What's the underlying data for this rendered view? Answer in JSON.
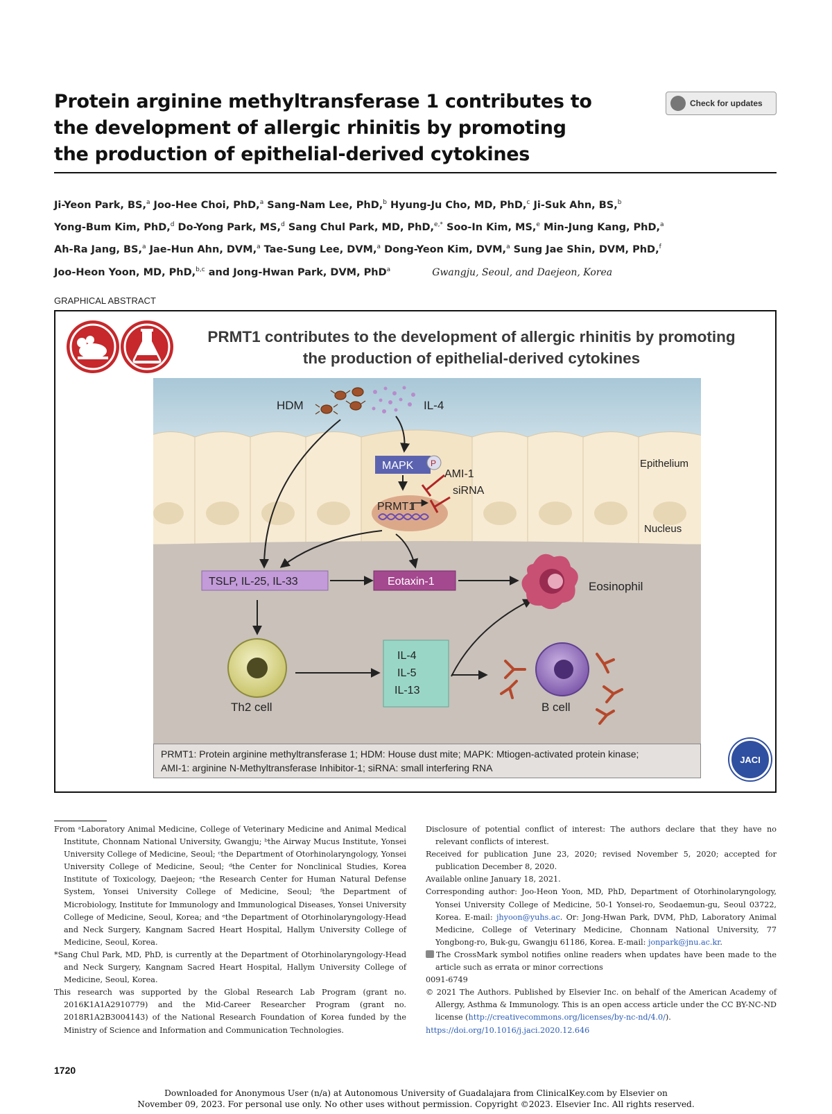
{
  "header": {
    "title_lines": [
      "Protein arginine methyltransferase 1 contributes to",
      "the development of allergic rhinitis by promoting",
      "the production of epithelial-derived cytokines"
    ],
    "check_updates_label": "Check for updates"
  },
  "authors": {
    "lines": [
      [
        {
          "name": "Ji-Yeon Park, BS,",
          "sup": "a"
        },
        {
          "name": "Joo-Hee Choi, PhD,",
          "sup": "a"
        },
        {
          "name": "Sang-Nam Lee, PhD,",
          "sup": "b"
        },
        {
          "name": "Hyung-Ju Cho, MD, PhD,",
          "sup": "c"
        },
        {
          "name": "Ji-Suk Ahn, BS,",
          "sup": "b"
        }
      ],
      [
        {
          "name": "Yong-Bum Kim, PhD,",
          "sup": "d"
        },
        {
          "name": "Do-Yong Park, MS,",
          "sup": "d"
        },
        {
          "name": "Sang Chul Park, MD, PhD,",
          "sup": "e,*"
        },
        {
          "name": "Soo-In Kim, MS,",
          "sup": "e"
        },
        {
          "name": "Min-Jung Kang, PhD,",
          "sup": "a"
        }
      ],
      [
        {
          "name": "Ah-Ra Jang, BS,",
          "sup": "a"
        },
        {
          "name": "Jae-Hun Ahn, DVM,",
          "sup": "a"
        },
        {
          "name": "Tae-Sung Lee, DVM,",
          "sup": "a"
        },
        {
          "name": "Dong-Yeon Kim, DVM,",
          "sup": "a"
        },
        {
          "name": "Sung Jae Shin, DVM, PhD,",
          "sup": "f"
        }
      ],
      [
        {
          "name": "Joo-Heon Yoon, MD, PhD,",
          "sup": "b,c"
        },
        {
          "name": "and Jong-Hwan Park, DVM, PhD",
          "sup": "a"
        }
      ]
    ],
    "affiliation_places": "Gwangju, Seoul, and Daejeon, Korea"
  },
  "graphical_abstract": {
    "section_label": "GRAPHICAL ABSTRACT",
    "title_lines": [
      "PRMT1 contributes to the development of allergic rhinitis by promoting",
      "the production of epithelial-derived cytokines"
    ],
    "labels": {
      "hdm": "HDM",
      "il4": "IL-4",
      "mapk": "MAPK",
      "p": "P",
      "ami1": "AMI-1",
      "sirna": "siRNA",
      "prmt1": "PRMT1",
      "epithelium": "Epithelium",
      "nucleus": "Nucleus",
      "cytokines": "TSLP, IL-25, IL-33",
      "eotaxin": "Eotaxin-1",
      "eosinophil": "Eosinophil",
      "il4b": "IL-4",
      "il5": "IL-5",
      "il13": "IL-13",
      "th2": "Th2 cell",
      "bcell": "B cell"
    },
    "caption_lines": [
      "PRMT1: Protein arginine methyltransferase 1; HDM: House dust mite; MAPK: Mtiogen-activated protein kinase;",
      "AMI-1: arginine N-Methyltransferase Inhibitor-1; siRNA: small interfering RNA"
    ],
    "journal_seal": "JACI",
    "colors": {
      "badge_red": "#c6282b",
      "airway_blue": "#b3cedc",
      "cell_cream": "#f7ebd4",
      "submucosa": "#c9c1ba",
      "mapk_blue": "#5b63b0",
      "cytokine_lavender": "#c29bd8",
      "eotaxin_magenta": "#a4488f",
      "interleukin_green": "#9ad6c6",
      "eosinophil_pink": "#c85073",
      "bcell_purple": "#8a64b6",
      "inhibitor_red": "#b02525"
    }
  },
  "footnotes": {
    "left": [
      "From ᵃLaboratory Animal Medicine, College of Veterinary Medicine and Animal Medical Institute, Chonnam National University, Gwangju; ᵇthe Airway Mucus Institute, Yonsei University College of Medicine, Seoul; ᶜthe Department of Otorhinolaryngology, Yonsei University College of Medicine, Seoul; ᵈthe Center for Nonclinical Studies, Korea Institute of Toxicology, Daejeon; ᵉthe Research Center for Human Natural Defense System, Yonsei University College of Medicine, Seoul; ᶠthe Department of Microbiology, Institute for Immunology and Immunological Diseases, Yonsei University College of Medicine, Seoul, Korea; and ᵉthe Department of Otorhinolaryngology-Head and Neck Surgery, Kangnam Sacred Heart Hospital, Hallym University College of Medicine, Seoul, Korea.",
      "*Sang Chul Park, MD, PhD, is currently at the Department of Otorhinolaryngology-Head and Neck Surgery, Kangnam Sacred Heart Hospital, Hallym University College of Medicine, Seoul, Korea.",
      "This research was supported by the Global Research Lab Program (grant no. 2016K1A1A2910779) and the Mid-Career Researcher Program (grant no. 2018R1A2B3004143) of the National Research Foundation of Korea funded by the Ministry of Science and Information and Communication Technologies."
    ],
    "disclosure": "Disclosure of potential conflict of interest: The authors declare that they have no relevant conflicts of interest.",
    "received": "Received for publication June 23, 2020; revised November 5, 2020; accepted for publication December 8, 2020.",
    "available": "Available online January 18, 2021.",
    "corresponding_a": "Corresponding author: Joo-Heon Yoon, MD, PhD, Department of Otorhinolaryngology, Yonsei University College of Medicine, 50-1 Yonsei-ro, Seodaemun-gu, Seoul 03722, Korea. E-mail:",
    "email1": "jhyoon@yuhs.ac",
    "corresponding_b": ". Or: Jong-Hwan Park, DVM, PhD, Laboratory Animal Medicine, College of Veterinary Medicine, Chonnam National University, 77 Yongbong-ro, Buk-gu, Gwangju 61186, Korea. E-mail:",
    "email2": "jonpark@jnu.ac.kr",
    "corresponding_c": ".",
    "crossmark": "The CrossMark symbol notifies online readers when updates have been made to the article such as errata or minor corrections",
    "issn": "0091-6749",
    "copyright_a": "© 2021 The Authors. Published by Elsevier Inc. on behalf of the American Academy of Allergy, Asthma & Immunology. This is an open access article under the CC BY-NC-ND license (",
    "license_url": "http://creativecommons.org/licenses/by-nc-nd/4.0/",
    "copyright_b": ").",
    "doi": "https://doi.org/10.1016/j.jaci.2020.12.646"
  },
  "page_number": "1720",
  "download_notice": [
    "Downloaded for Anonymous User (n/a) at Autonomous University of Guadalajara from ClinicalKey.com by Elsevier on",
    "November 09, 2023. For personal use only. No other uses without permission. Copyright ©2023. Elsevier Inc. All rights reserved."
  ]
}
